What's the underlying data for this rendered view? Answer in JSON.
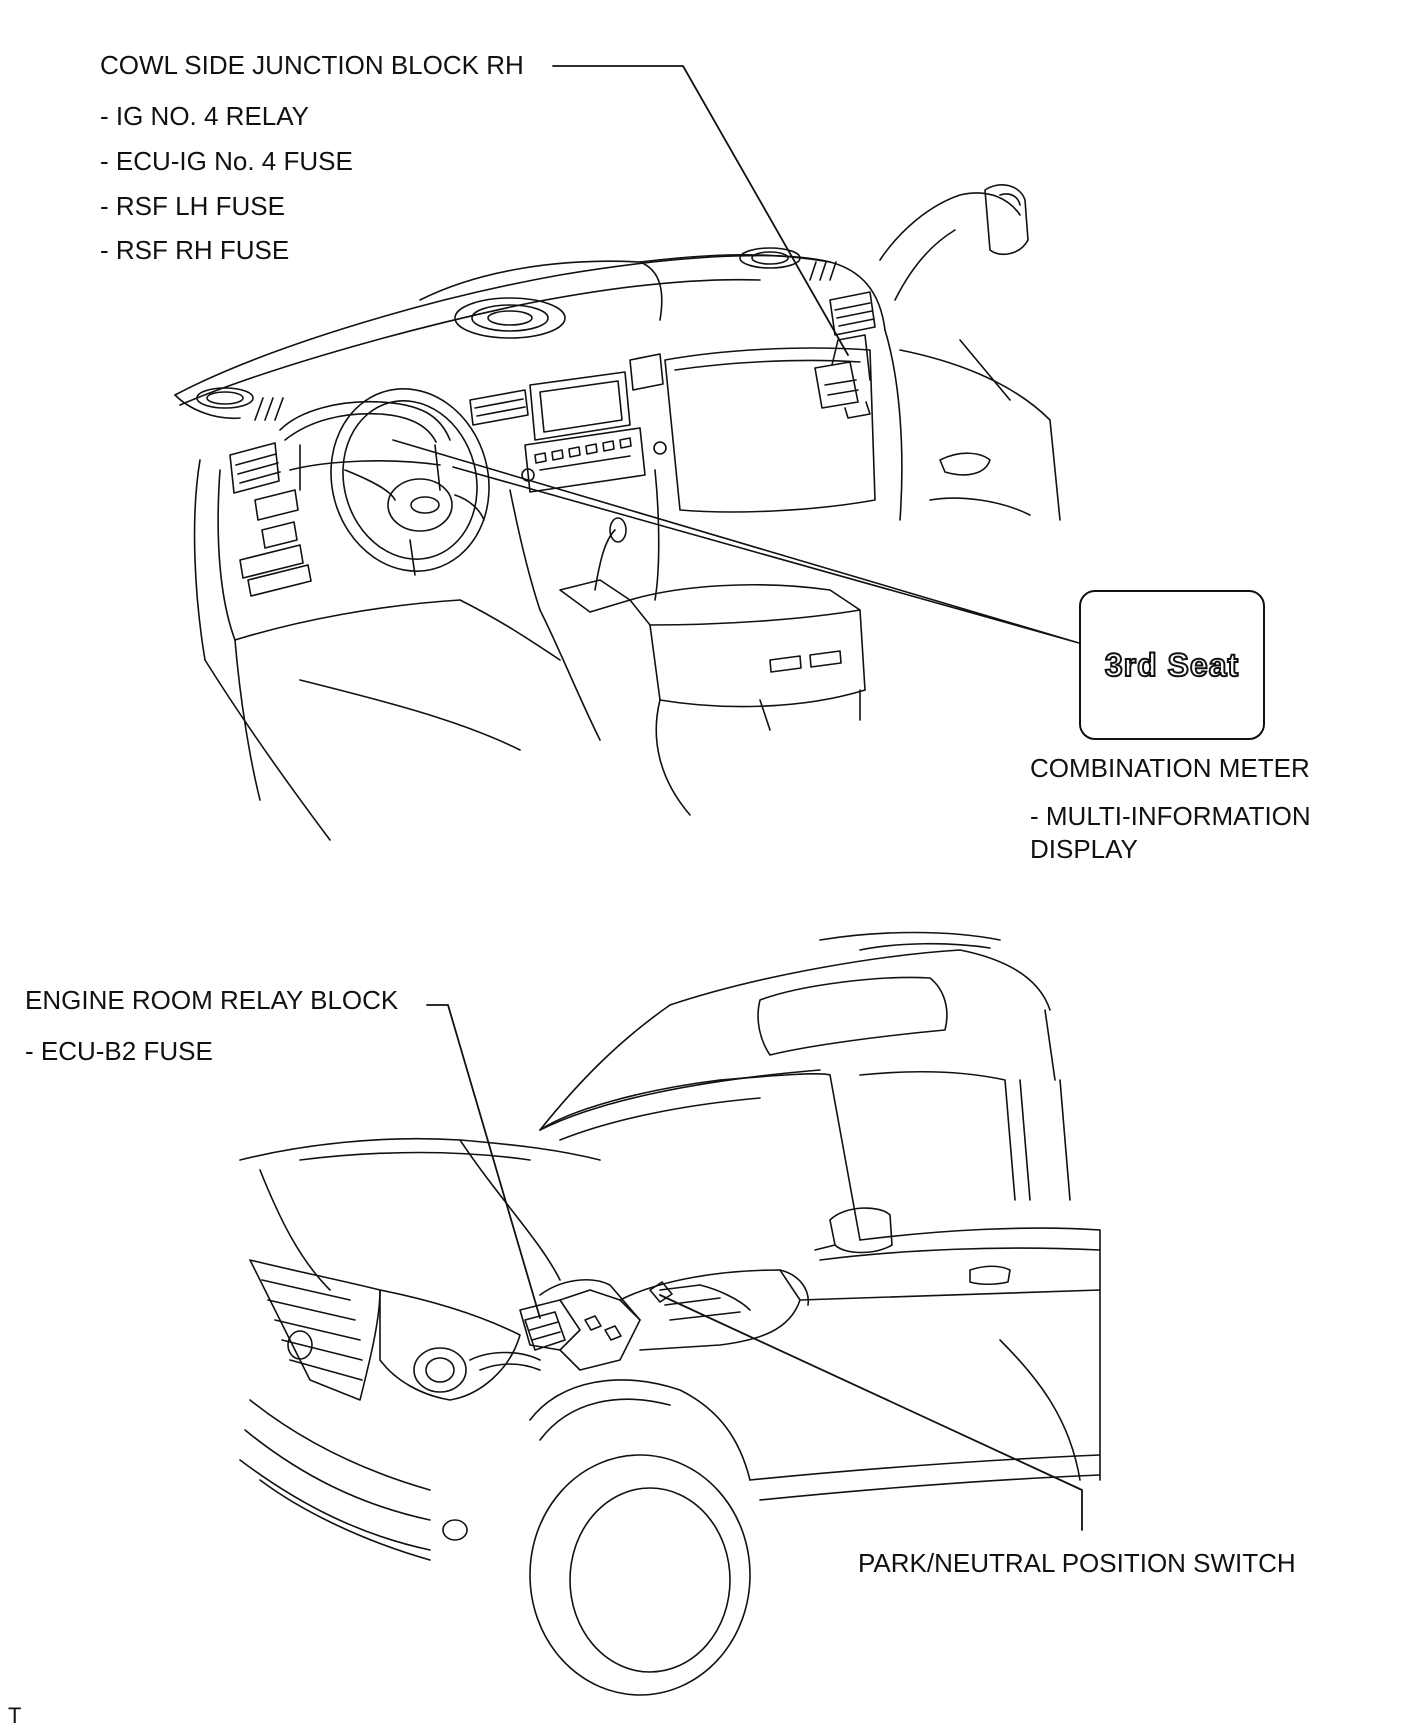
{
  "labels": {
    "cowl_block": "COWL SIDE JUNCTION BLOCK RH",
    "cowl_items": [
      "- IG NO. 4 RELAY",
      "- ECU-IG No. 4 FUSE",
      "- RSF LH FUSE",
      "- RSF RH FUSE"
    ],
    "meter_display_text": "3rd  Seat",
    "combination_meter": "COMBINATION METER",
    "combination_meter_items": [
      "- MULTI-INFORMATION",
      "DISPLAY"
    ],
    "engine_room_block": "ENGINE ROOM RELAY BLOCK",
    "engine_room_items": [
      "- ECU-B2 FUSE"
    ],
    "pn_switch": "PARK/NEUTRAL POSITION SWITCH",
    "footer_mark": "T"
  }
}
